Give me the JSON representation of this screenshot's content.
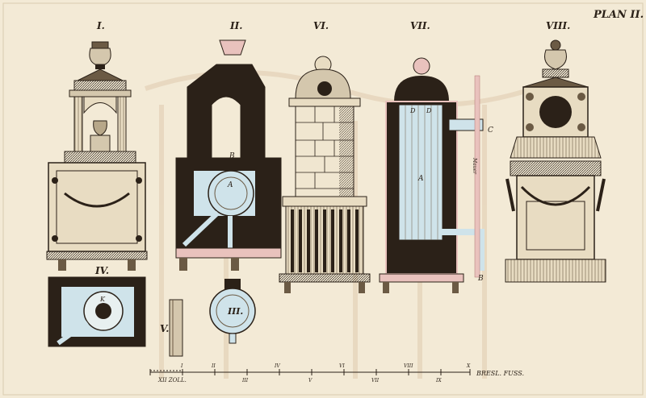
{
  "plate": {
    "title": "PLAN II.",
    "paper_color": "#f3ead6",
    "ink_color": "#2b2118",
    "tint_blue": "#cfe3ea",
    "tint_pink": "#e9c2bd"
  },
  "figures": {
    "I": "I.",
    "II": "II.",
    "III": "III.",
    "IV": "IV.",
    "V": "V.",
    "VI": "VI.",
    "VII": "VII.",
    "VIII": "VIII."
  },
  "letters": {
    "A": "A",
    "B": "B",
    "C": "C",
    "D": "D",
    "D2": "D",
    "K": "K",
    "Maur": "Mauer"
  },
  "scale": {
    "unit_left": "XII ZOLL.",
    "unit_right": "BRESL. FUSS.",
    "upper_ticks": [
      "I",
      "II",
      "IV",
      "VI",
      "VIII",
      "X"
    ],
    "lower_ticks": [
      "III",
      "V",
      "VII",
      "IX"
    ]
  }
}
